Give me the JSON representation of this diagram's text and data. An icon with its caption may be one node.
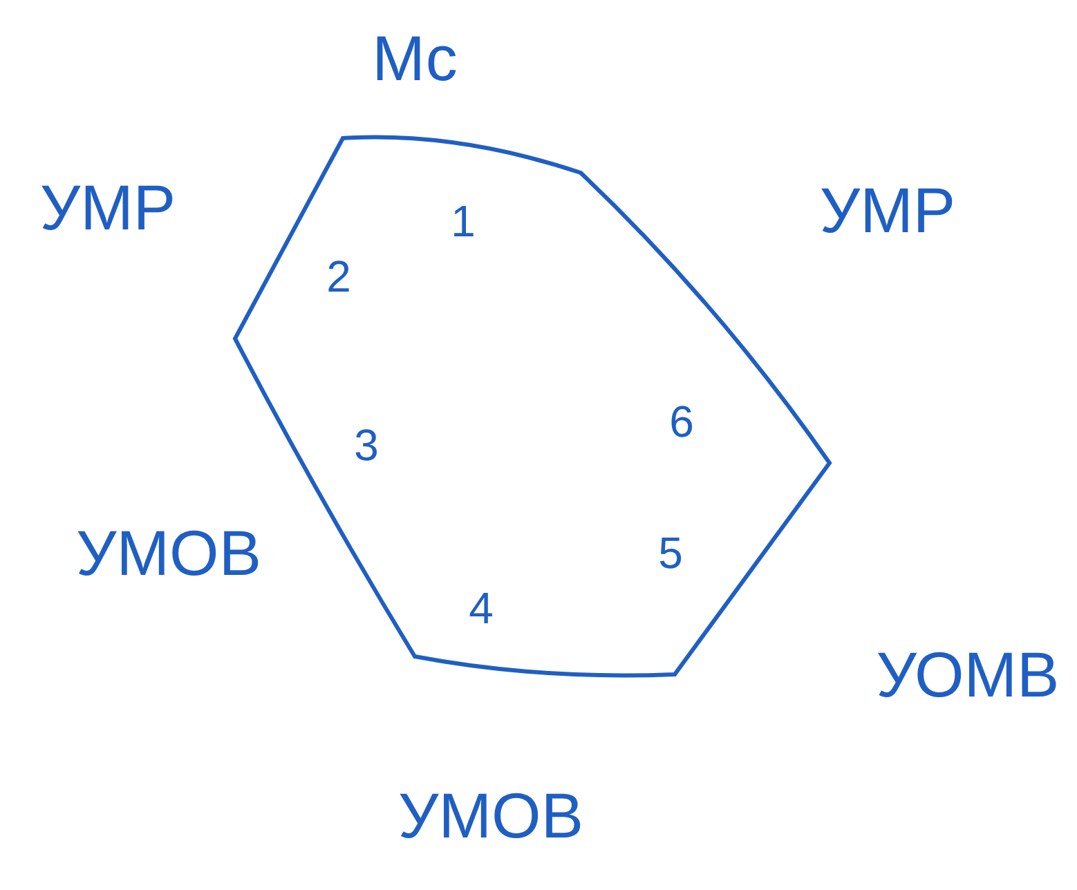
{
  "diagram": {
    "labels": [
      "Мс",
      "УМР",
      "1",
      "УМР",
      "2",
      "6",
      "3",
      "УМОВ",
      "5",
      "4",
      "УОМВ",
      "УМОВ"
    ]
  }
}
